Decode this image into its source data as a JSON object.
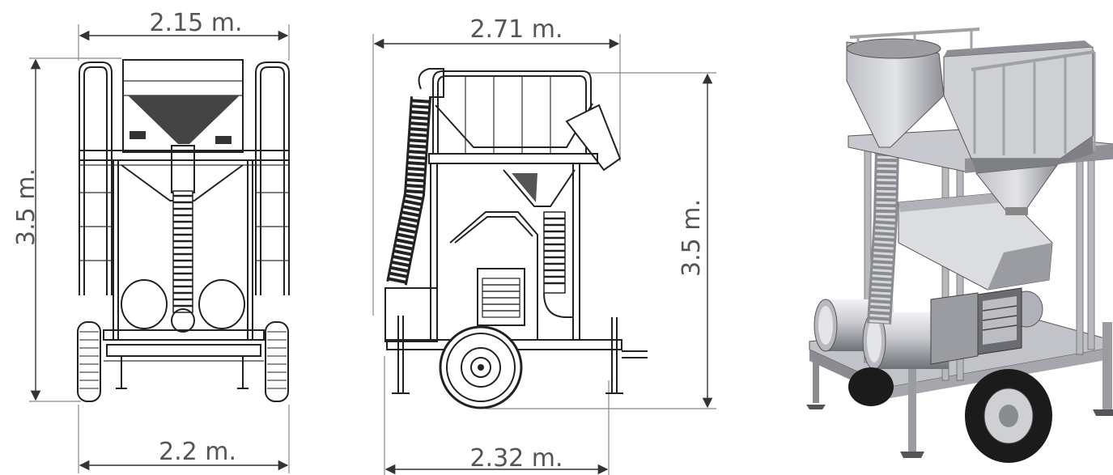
{
  "views": {
    "front": {
      "width_top": "2.15 m.",
      "height": "3.5 m.",
      "width_bottom": "2.2 m."
    },
    "side": {
      "width_top": "2.71 m.",
      "height": "3.5 m.",
      "width_bottom": "2.32 m."
    },
    "iso": {}
  },
  "colors": {
    "dimension_text": "#555555",
    "linework": "#222222",
    "render_light": "#d9dade",
    "render_mid": "#a8aab0",
    "render_dark": "#5c5e64",
    "tire": "#1b1b1b"
  }
}
